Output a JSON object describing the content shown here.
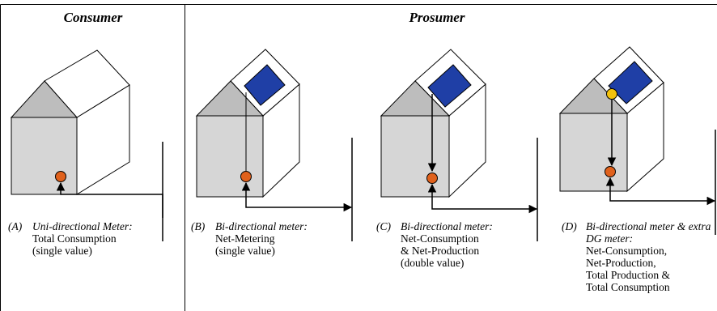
{
  "headers": {
    "consumer": "Consumer",
    "prosumer": "Prosumer"
  },
  "colors": {
    "house_front": "#d6d6d6",
    "house_gable": "#bdbdbd",
    "solar_panel": "#1f3fa6",
    "meter": "#e0611c",
    "dg_meter": "#f4c20d"
  },
  "panels": [
    {
      "letter": "(A)",
      "meter_type": "Uni-directional Meter:",
      "lines": [
        "Total Consumption",
        "(single value)"
      ]
    },
    {
      "letter": "(B)",
      "meter_type": "Bi-directional meter:",
      "lines": [
        "Net-Metering",
        "(single value)"
      ]
    },
    {
      "letter": "(C)",
      "meter_type": "Bi-directional meter:",
      "lines": [
        "Net-Consumption",
        "&  Net-Production",
        "(double value)"
      ]
    },
    {
      "letter": "(D)",
      "meter_type": "Bi-directional meter & extra",
      "meter_type_cont": "DG meter:",
      "lines": [
        "Net-Consumption,",
        "Net-Production,",
        "Total Production &",
        "Total Consumption"
      ]
    }
  ]
}
